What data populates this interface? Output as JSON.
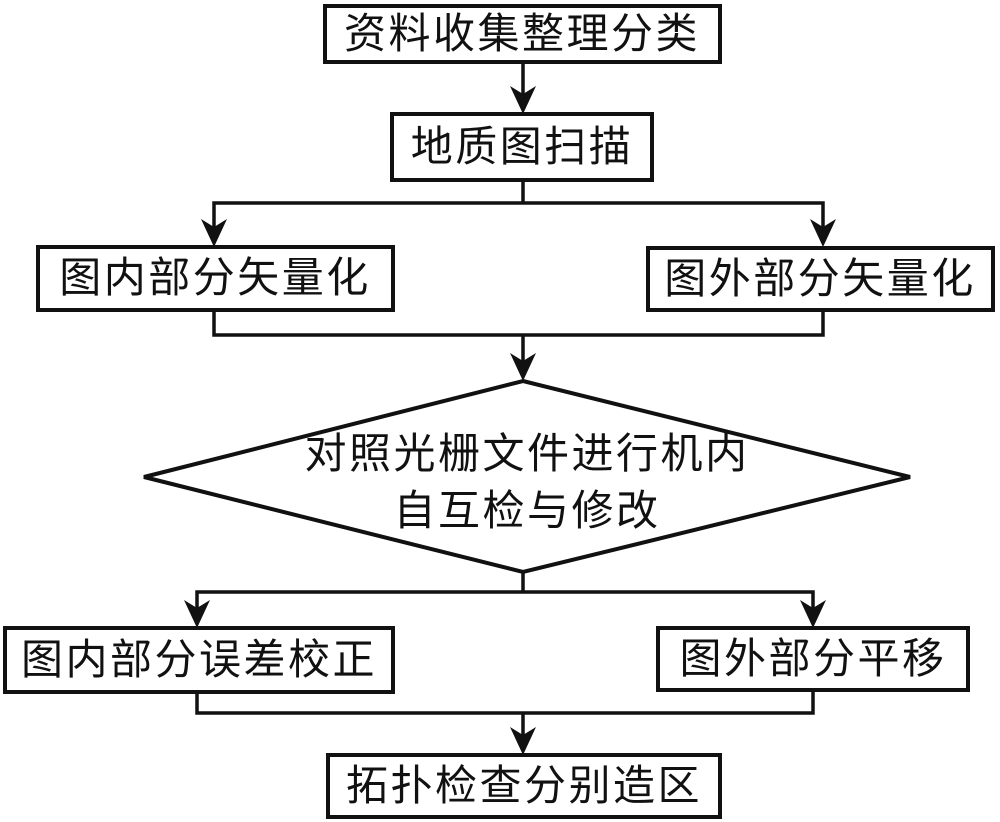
{
  "nodes": {
    "collect": {
      "label": "资料收集整理分类"
    },
    "scan": {
      "label": "地质图扫描"
    },
    "inside_vectorize": {
      "label": "图内部分矢量化"
    },
    "outside_vectorize": {
      "label": "图外部分矢量化"
    },
    "check_modify": {
      "line1": "对照光栅文件进行机内",
      "line2": "自互检与修改"
    },
    "inside_error_correction": {
      "label": "图内部分误差校正"
    },
    "outside_translate": {
      "label": "图外部分平移"
    },
    "topology": {
      "label": "拓扑检查分别造区"
    }
  },
  "edges": [
    {
      "from": "collect",
      "to": "scan"
    },
    {
      "from": "scan",
      "to": "inside_vectorize"
    },
    {
      "from": "scan",
      "to": "outside_vectorize"
    },
    {
      "from": "inside_vectorize",
      "to": "check_modify"
    },
    {
      "from": "outside_vectorize",
      "to": "check_modify"
    },
    {
      "from": "check_modify",
      "to": "inside_error_correction"
    },
    {
      "from": "check_modify",
      "to": "outside_translate"
    },
    {
      "from": "inside_error_correction",
      "to": "topology"
    },
    {
      "from": "outside_translate",
      "to": "topology"
    }
  ],
  "colors": {
    "ink": "#111111",
    "background": "#ffffff",
    "box_fill": "#ffffff"
  }
}
